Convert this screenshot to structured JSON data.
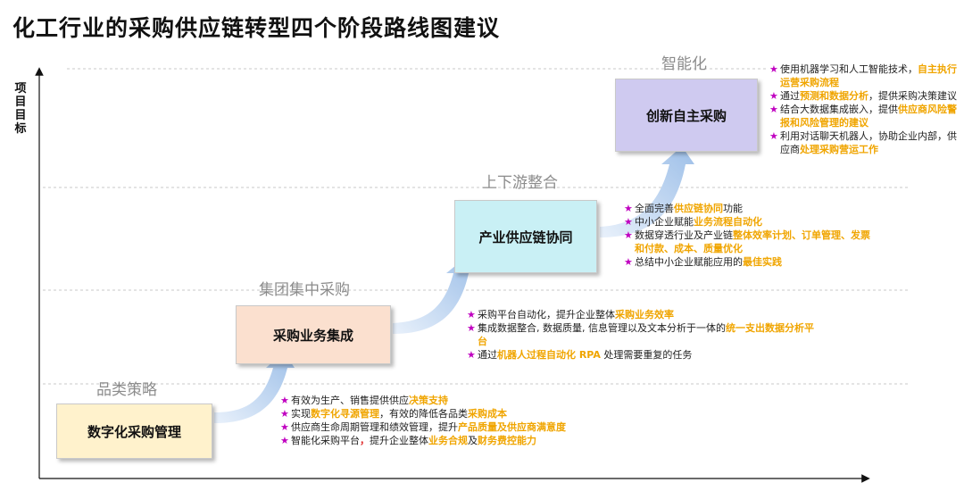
{
  "title": "化工行业的采购供应链转型四个阶段路线图建议",
  "y_axis_label": [
    "项",
    "目",
    "目",
    "标"
  ],
  "colors": {
    "star": "#c000c0",
    "highlight": "#f0a500",
    "stage1_fill": "#fff2cc",
    "stage2_fill": "#fbe0cf",
    "stage3_fill": "#c9f0f5",
    "stage4_fill": "#cfcaf0",
    "phase_text": "#8c8c8c",
    "arrow": "#a9c6ec"
  },
  "stages": [
    {
      "phase": "品类策略",
      "box": "数字化采购管理",
      "bullets": [
        [
          {
            "t": "有效为生产、销售提供供应"
          },
          {
            "t": "决策支持",
            "hl": true
          }
        ],
        [
          {
            "t": "实现"
          },
          {
            "t": "数字化寻源管理",
            "hl": true
          },
          {
            "t": "，有效的降低各品类"
          },
          {
            "t": "采购成本",
            "hl": true
          }
        ],
        [
          {
            "t": "供应商生命周期管理和绩效管理，提升"
          },
          {
            "t": "产品质量及供应商满意度",
            "hl": true
          }
        ],
        [
          {
            "t": "智能化采购平台"
          },
          {
            "t": "，",
            "red": true
          },
          {
            "t": "提升企业整体"
          },
          {
            "t": "业务合规",
            "hl": true
          },
          {
            "t": "及"
          },
          {
            "t": "财务费控能力",
            "hl": true
          }
        ]
      ]
    },
    {
      "phase": "集团集中采购",
      "box": "采购业务集成",
      "bullets": [
        [
          {
            "t": "采购平台自动化，提升企业整体"
          },
          {
            "t": "采购业务效率",
            "hl": true
          }
        ],
        [
          {
            "t": "集成数据整合, 数据质量, 信息管理以及文本分析于一体的"
          },
          {
            "t": "统一支出数据分析平台",
            "hl": true
          }
        ],
        [
          {
            "t": "通过"
          },
          {
            "t": "机器人过程自动化 RPA",
            "hl": true
          },
          {
            "t": " 处理需要重复的任务"
          }
        ]
      ]
    },
    {
      "phase": "上下游整合",
      "box": "产业供应链协同",
      "bullets": [
        [
          {
            "t": "全面完善"
          },
          {
            "t": "供应链协同",
            "hl": true
          },
          {
            "t": "功能"
          }
        ],
        [
          {
            "t": "中小企业赋能"
          },
          {
            "t": "业务流程自动化",
            "hl": true
          }
        ],
        [
          {
            "t": "数据穿透行业及产业链"
          },
          {
            "t": "整体效率计划、订单管理、发票和付款、成本、质量优化",
            "hl": true
          }
        ],
        [
          {
            "t": "总结中小企业赋能应用的"
          },
          {
            "t": "最佳实践",
            "hl": true
          }
        ]
      ]
    },
    {
      "phase": "智能化",
      "box": "创新自主采购",
      "bullets": [
        [
          {
            "t": "使用机器学习和人工智能技术，"
          },
          {
            "t": "自主执行运营采购流程",
            "hl": true
          }
        ],
        [
          {
            "t": "通过"
          },
          {
            "t": "预测和数据分析",
            "hl": true
          },
          {
            "t": "，提供采购决策建议"
          }
        ],
        [
          {
            "t": "结合大数据集成嵌入，提供"
          },
          {
            "t": "供应商风险警报和风险管理的建议",
            "hl": true
          }
        ],
        [
          {
            "t": "利用对话聊天机器人，协助企业内部，供应商"
          },
          {
            "t": "处理采购营运工作",
            "hl": true
          }
        ]
      ]
    }
  ]
}
